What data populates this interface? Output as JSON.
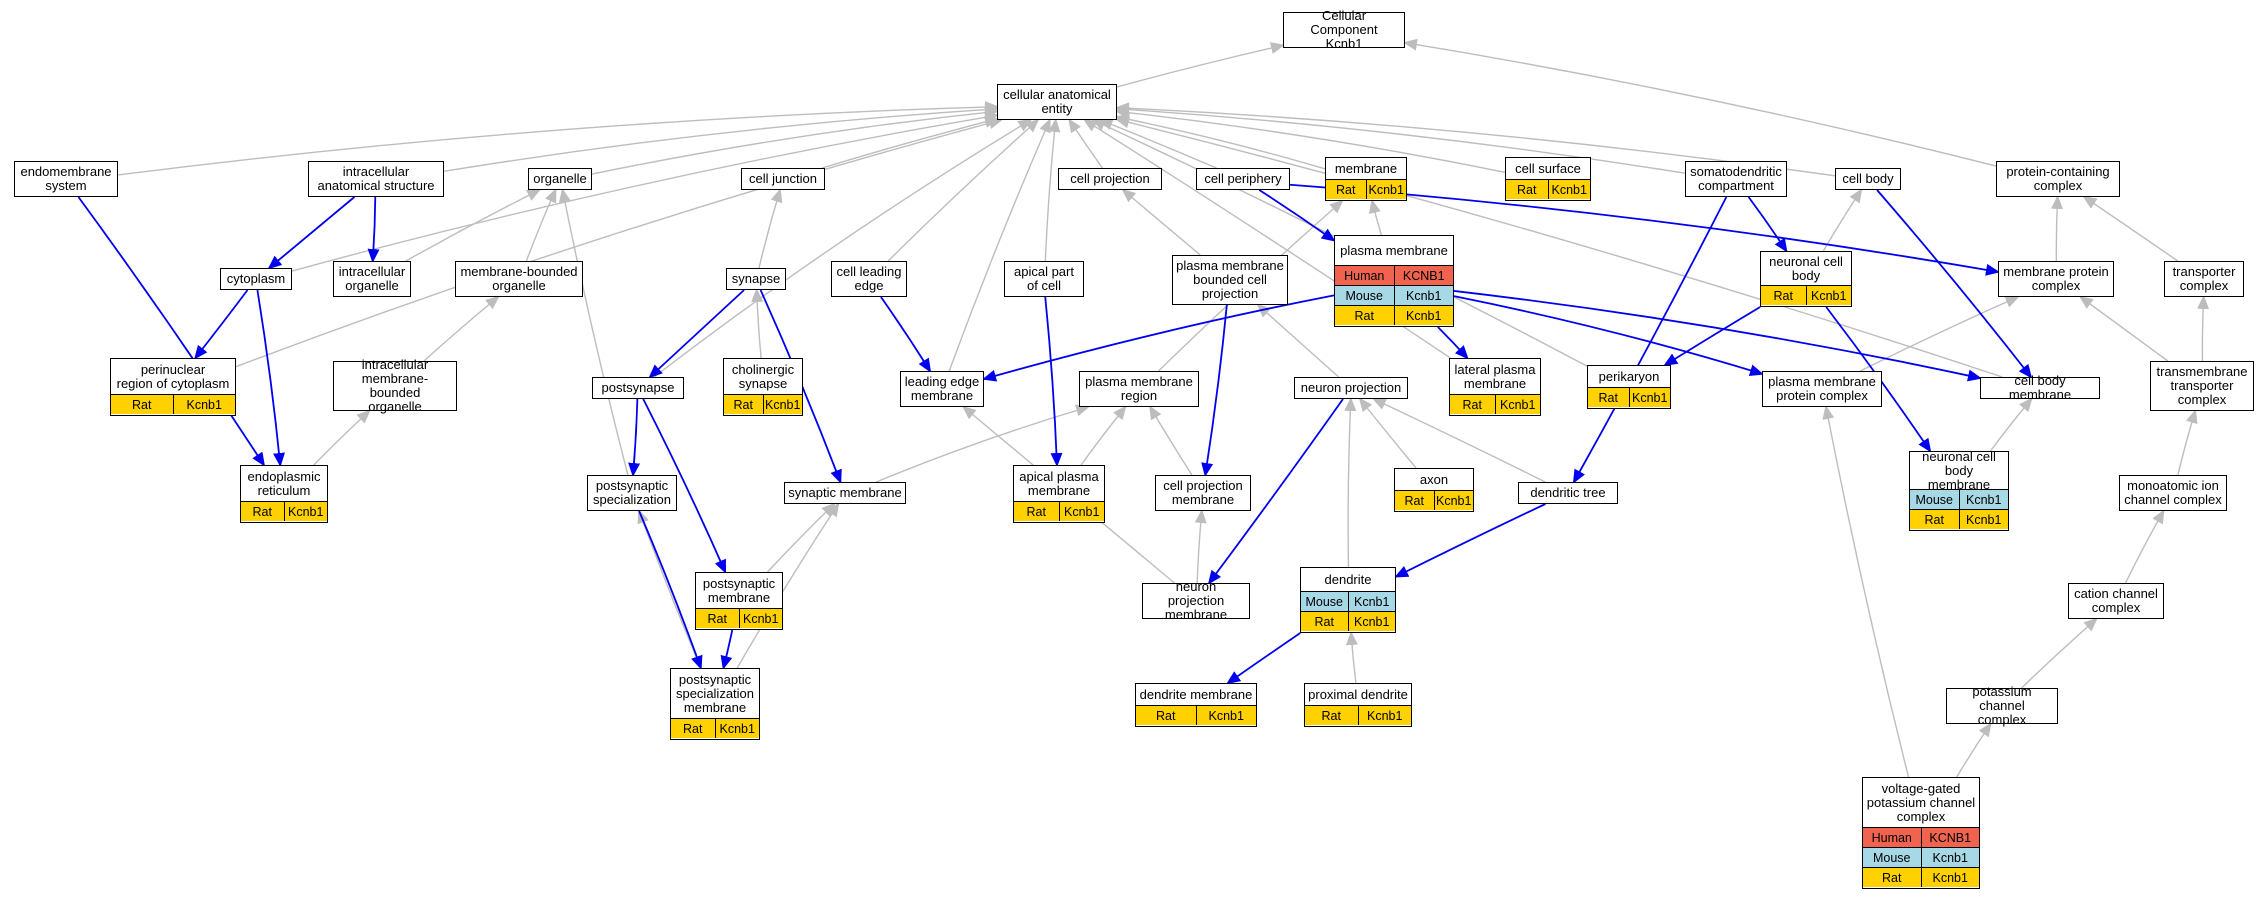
{
  "colors": {
    "Human": "#f0644f",
    "Mouse": "#a6d8e6",
    "Rat": "#ffd100",
    "is_a": "#bdbdbd",
    "part_of": "#0000ee"
  },
  "nodes": [
    {
      "id": "root",
      "label": "Cellular Component\nKcnb1"
    },
    {
      "id": "cae",
      "label": "cellular anatomical\nentity"
    },
    {
      "id": "endo",
      "label": "endomembrane\nsystem"
    },
    {
      "id": "ias",
      "label": "intracellular\nanatomical structure"
    },
    {
      "id": "organelle",
      "label": "organelle"
    },
    {
      "id": "cj",
      "label": "cell junction"
    },
    {
      "id": "cproj",
      "label": "cell projection"
    },
    {
      "id": "cper",
      "label": "cell periphery"
    },
    {
      "id": "memb",
      "label": "membrane",
      "genes": [
        {
          "species": "Rat",
          "gene": "Kcnb1"
        }
      ]
    },
    {
      "id": "csurf",
      "label": "cell surface",
      "genes": [
        {
          "species": "Rat",
          "gene": "Kcnb1"
        }
      ]
    },
    {
      "id": "sdc",
      "label": "somatodendritic\ncompartment"
    },
    {
      "id": "cbody",
      "label": "cell body"
    },
    {
      "id": "pcc",
      "label": "protein-containing\ncomplex"
    },
    {
      "id": "cyto",
      "label": "cytoplasm"
    },
    {
      "id": "io",
      "label": "intracellular\norganelle"
    },
    {
      "id": "mbo",
      "label": "membrane-bounded\norganelle"
    },
    {
      "id": "syn",
      "label": "synapse"
    },
    {
      "id": "cle",
      "label": "cell leading\nedge"
    },
    {
      "id": "apc",
      "label": "apical part\nof cell"
    },
    {
      "id": "pmbcp",
      "label": "plasma membrane\nbounded cell\nprojection"
    },
    {
      "id": "pm",
      "label": "plasma membrane",
      "genes": [
        {
          "species": "Human",
          "gene": "KCNB1"
        },
        {
          "species": "Mouse",
          "gene": "Kcnb1"
        },
        {
          "species": "Rat",
          "gene": "Kcnb1"
        }
      ]
    },
    {
      "id": "ncb",
      "label": "neuronal cell\nbody",
      "genes": [
        {
          "species": "Rat",
          "gene": "Kcnb1"
        }
      ]
    },
    {
      "id": "mpc",
      "label": "membrane protein\ncomplex"
    },
    {
      "id": "tc",
      "label": "transporter\ncomplex"
    },
    {
      "id": "perinuc",
      "label": "perinuclear\nregion of cytoplasm",
      "genes": [
        {
          "species": "Rat",
          "gene": "Kcnb1"
        }
      ]
    },
    {
      "id": "imbo",
      "label": "intracellular\nmembrane-bounded\norganelle"
    },
    {
      "id": "postsyn",
      "label": "postsynapse"
    },
    {
      "id": "chol",
      "label": "cholinergic\nsynapse",
      "genes": [
        {
          "species": "Rat",
          "gene": "Kcnb1"
        }
      ]
    },
    {
      "id": "lem",
      "label": "leading edge\nmembrane"
    },
    {
      "id": "pmr",
      "label": "plasma membrane\nregion"
    },
    {
      "id": "np",
      "label": "neuron projection"
    },
    {
      "id": "lpm",
      "label": "lateral plasma\nmembrane",
      "genes": [
        {
          "species": "Rat",
          "gene": "Kcnb1"
        }
      ]
    },
    {
      "id": "peri",
      "label": "perikaryon",
      "genes": [
        {
          "species": "Rat",
          "gene": "Kcnb1"
        }
      ]
    },
    {
      "id": "pmpc",
      "label": "plasma membrane\nprotein complex"
    },
    {
      "id": "cbm",
      "label": "cell body membrane"
    },
    {
      "id": "tmtc",
      "label": "transmembrane\ntransporter\ncomplex"
    },
    {
      "id": "er",
      "label": "endoplasmic\nreticulum",
      "genes": [
        {
          "species": "Rat",
          "gene": "Kcnb1"
        }
      ]
    },
    {
      "id": "pss",
      "label": "postsynaptic\nspecialization"
    },
    {
      "id": "synm",
      "label": "synaptic membrane"
    },
    {
      "id": "apm",
      "label": "apical plasma\nmembrane",
      "genes": [
        {
          "species": "Rat",
          "gene": "Kcnb1"
        }
      ]
    },
    {
      "id": "cpm",
      "label": "cell projection\nmembrane"
    },
    {
      "id": "axon",
      "label": "axon",
      "genes": [
        {
          "species": "Rat",
          "gene": "Kcnb1"
        }
      ]
    },
    {
      "id": "dt",
      "label": "dendritic tree"
    },
    {
      "id": "ncbm",
      "label": "neuronal cell\nbody membrane",
      "genes": [
        {
          "species": "Mouse",
          "gene": "Kcnb1"
        },
        {
          "species": "Rat",
          "gene": "Kcnb1"
        }
      ]
    },
    {
      "id": "micc",
      "label": "monoatomic ion\nchannel complex"
    },
    {
      "id": "psm",
      "label": "postsynaptic\nmembrane",
      "genes": [
        {
          "species": "Rat",
          "gene": "Kcnb1"
        }
      ]
    },
    {
      "id": "npm",
      "label": "neuron projection\nmembrane"
    },
    {
      "id": "dend",
      "label": "dendrite",
      "genes": [
        {
          "species": "Mouse",
          "gene": "Kcnb1"
        },
        {
          "species": "Rat",
          "gene": "Kcnb1"
        }
      ]
    },
    {
      "id": "ccc",
      "label": "cation channel\ncomplex"
    },
    {
      "id": "pssm",
      "label": "postsynaptic\nspecialization\nmembrane",
      "genes": [
        {
          "species": "Rat",
          "gene": "Kcnb1"
        }
      ]
    },
    {
      "id": "dm",
      "label": "dendrite membrane",
      "genes": [
        {
          "species": "Rat",
          "gene": "Kcnb1"
        }
      ]
    },
    {
      "id": "pd",
      "label": "proximal dendrite",
      "genes": [
        {
          "species": "Rat",
          "gene": "Kcnb1"
        }
      ]
    },
    {
      "id": "pcc2",
      "label": "potassium channel\ncomplex"
    },
    {
      "id": "vgpcc",
      "label": "voltage-gated\npotassium channel\ncomplex",
      "genes": [
        {
          "species": "Human",
          "gene": "KCNB1"
        },
        {
          "species": "Mouse",
          "gene": "Kcnb1"
        },
        {
          "species": "Rat",
          "gene": "Kcnb1"
        }
      ]
    }
  ],
  "edges": [
    [
      "cae",
      "root",
      "is_a"
    ],
    [
      "pcc",
      "root",
      "is_a"
    ],
    [
      "endo",
      "cae",
      "is_a"
    ],
    [
      "ias",
      "cae",
      "is_a"
    ],
    [
      "organelle",
      "cae",
      "is_a"
    ],
    [
      "cj",
      "cae",
      "is_a"
    ],
    [
      "cproj",
      "cae",
      "is_a"
    ],
    [
      "cper",
      "cae",
      "is_a"
    ],
    [
      "memb",
      "cae",
      "is_a"
    ],
    [
      "csurf",
      "cae",
      "is_a"
    ],
    [
      "sdc",
      "cae",
      "is_a"
    ],
    [
      "cbody",
      "cae",
      "is_a"
    ],
    [
      "cyto",
      "cae",
      "is_a"
    ],
    [
      "perinuc",
      "cae",
      "is_a"
    ],
    [
      "postsyn",
      "cae",
      "is_a"
    ],
    [
      "cle",
      "cae",
      "is_a"
    ],
    [
      "lem",
      "cae",
      "is_a"
    ],
    [
      "apc",
      "cae",
      "is_a"
    ],
    [
      "lpm",
      "cae",
      "is_a"
    ],
    [
      "peri",
      "cae",
      "is_a"
    ],
    [
      "cbm",
      "cae",
      "is_a"
    ],
    [
      "io",
      "organelle",
      "is_a"
    ],
    [
      "mbo",
      "organelle",
      "is_a"
    ],
    [
      "pss",
      "organelle",
      "is_a"
    ],
    [
      "imbo",
      "mbo",
      "is_a"
    ],
    [
      "er",
      "imbo",
      "is_a"
    ],
    [
      "syn",
      "cj",
      "is_a"
    ],
    [
      "chol",
      "syn",
      "is_a"
    ],
    [
      "pmbcp",
      "cproj",
      "is_a"
    ],
    [
      "np",
      "pmbcp",
      "is_a"
    ],
    [
      "pm",
      "memb",
      "is_a"
    ],
    [
      "pmr",
      "memb",
      "is_a"
    ],
    [
      "mpc",
      "pcc",
      "is_a"
    ],
    [
      "tc",
      "pcc",
      "is_a"
    ],
    [
      "tmtc",
      "tc",
      "is_a"
    ],
    [
      "pmpc",
      "mpc",
      "is_a"
    ],
    [
      "tmtc",
      "mpc",
      "is_a"
    ],
    [
      "ncb",
      "cbody",
      "is_a"
    ],
    [
      "ncbm",
      "cbm",
      "is_a"
    ],
    [
      "micc",
      "tmtc",
      "is_a"
    ],
    [
      "ccc",
      "micc",
      "is_a"
    ],
    [
      "pcc2",
      "ccc",
      "is_a"
    ],
    [
      "vgpcc",
      "pcc2",
      "is_a"
    ],
    [
      "vgpcc",
      "pmpc",
      "is_a"
    ],
    [
      "synm",
      "pmr",
      "is_a"
    ],
    [
      "apm",
      "pmr",
      "is_a"
    ],
    [
      "cpm",
      "pmr",
      "is_a"
    ],
    [
      "npm",
      "cpm",
      "is_a"
    ],
    [
      "npm",
      "lem",
      "is_a"
    ],
    [
      "axon",
      "np",
      "is_a"
    ],
    [
      "dend",
      "np",
      "is_a"
    ],
    [
      "dt",
      "np",
      "is_a"
    ],
    [
      "pd",
      "dend",
      "is_a"
    ],
    [
      "psm",
      "synm",
      "is_a"
    ],
    [
      "pssm",
      "synm",
      "is_a"
    ],
    [
      "pssm",
      "pss",
      "is_a"
    ],
    [
      "ias",
      "cyto",
      "part_of"
    ],
    [
      "ias",
      "io",
      "part_of"
    ],
    [
      "cyto",
      "perinuc",
      "part_of"
    ],
    [
      "cyto",
      "er",
      "part_of"
    ],
    [
      "endo",
      "er",
      "part_of"
    ],
    [
      "syn",
      "postsyn",
      "part_of"
    ],
    [
      "syn",
      "synm",
      "part_of"
    ],
    [
      "postsyn",
      "pss",
      "part_of"
    ],
    [
      "postsyn",
      "psm",
      "part_of"
    ],
    [
      "pss",
      "pssm",
      "part_of"
    ],
    [
      "psm",
      "pssm",
      "part_of"
    ],
    [
      "cle",
      "lem",
      "part_of"
    ],
    [
      "apc",
      "apm",
      "part_of"
    ],
    [
      "pmbcp",
      "cpm",
      "part_of"
    ],
    [
      "cper",
      "pm",
      "part_of"
    ],
    [
      "cper",
      "mpc",
      "part_of"
    ],
    [
      "pm",
      "lem",
      "part_of"
    ],
    [
      "pm",
      "lpm",
      "part_of"
    ],
    [
      "pm",
      "pmpc",
      "part_of"
    ],
    [
      "pm",
      "cbm",
      "part_of"
    ],
    [
      "ncb",
      "peri",
      "part_of"
    ],
    [
      "ncb",
      "ncbm",
      "part_of"
    ],
    [
      "sdc",
      "ncb",
      "part_of"
    ],
    [
      "sdc",
      "dt",
      "part_of"
    ],
    [
      "cbody",
      "cbm",
      "part_of"
    ],
    [
      "np",
      "npm",
      "part_of"
    ],
    [
      "dt",
      "dend",
      "part_of"
    ],
    [
      "dend",
      "dm",
      "part_of"
    ]
  ]
}
